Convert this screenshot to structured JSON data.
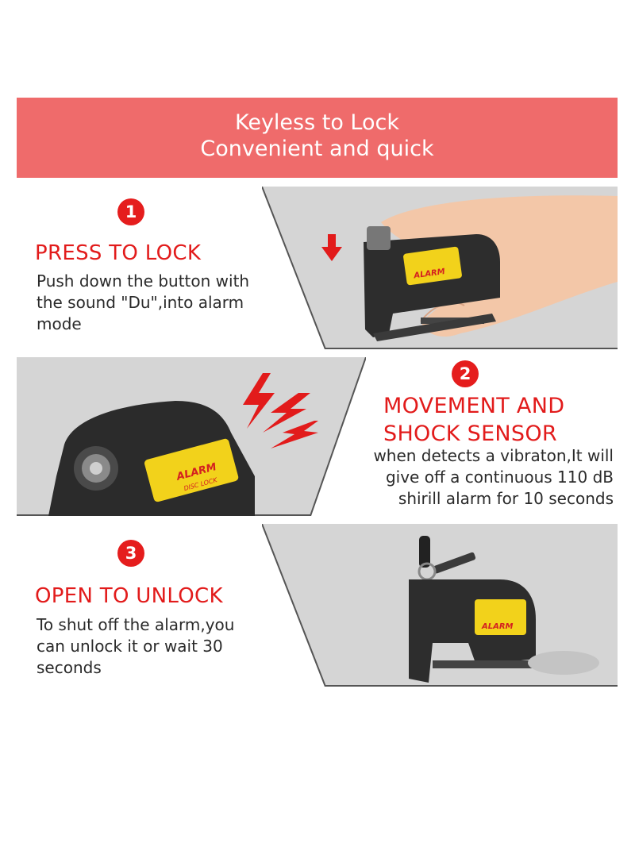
{
  "banner": {
    "line1": "Keyless to Lock",
    "line2": "Convenient and quick",
    "color": "#ef6b6b"
  },
  "steps": [
    {
      "number": "1",
      "title": "PRESS TO LOCK",
      "description": [
        "Push down the button with",
        "the sound \"Du\",into alarm",
        "mode"
      ]
    },
    {
      "number": "2",
      "title_lines": [
        "MOVEMENT AND",
        "SHOCK SENSOR"
      ],
      "description": [
        "when detects a vibraton,It will",
        "give off a continuous 110 dB",
        "shirill alarm for 10 seconds"
      ]
    },
    {
      "number": "3",
      "title": "OPEN TO UNLOCK",
      "description": [
        "To shut off the alarm,you",
        "can unlock it or wait 30",
        "seconds"
      ]
    }
  ],
  "lock_label": {
    "alarm": "ALARM",
    "disc_lock": "DISC LOCK"
  },
  "colors": {
    "accent_red": "#e21b1b",
    "panel_gray": "#d6d6d6",
    "lock_yellow": "#f2d21b"
  }
}
